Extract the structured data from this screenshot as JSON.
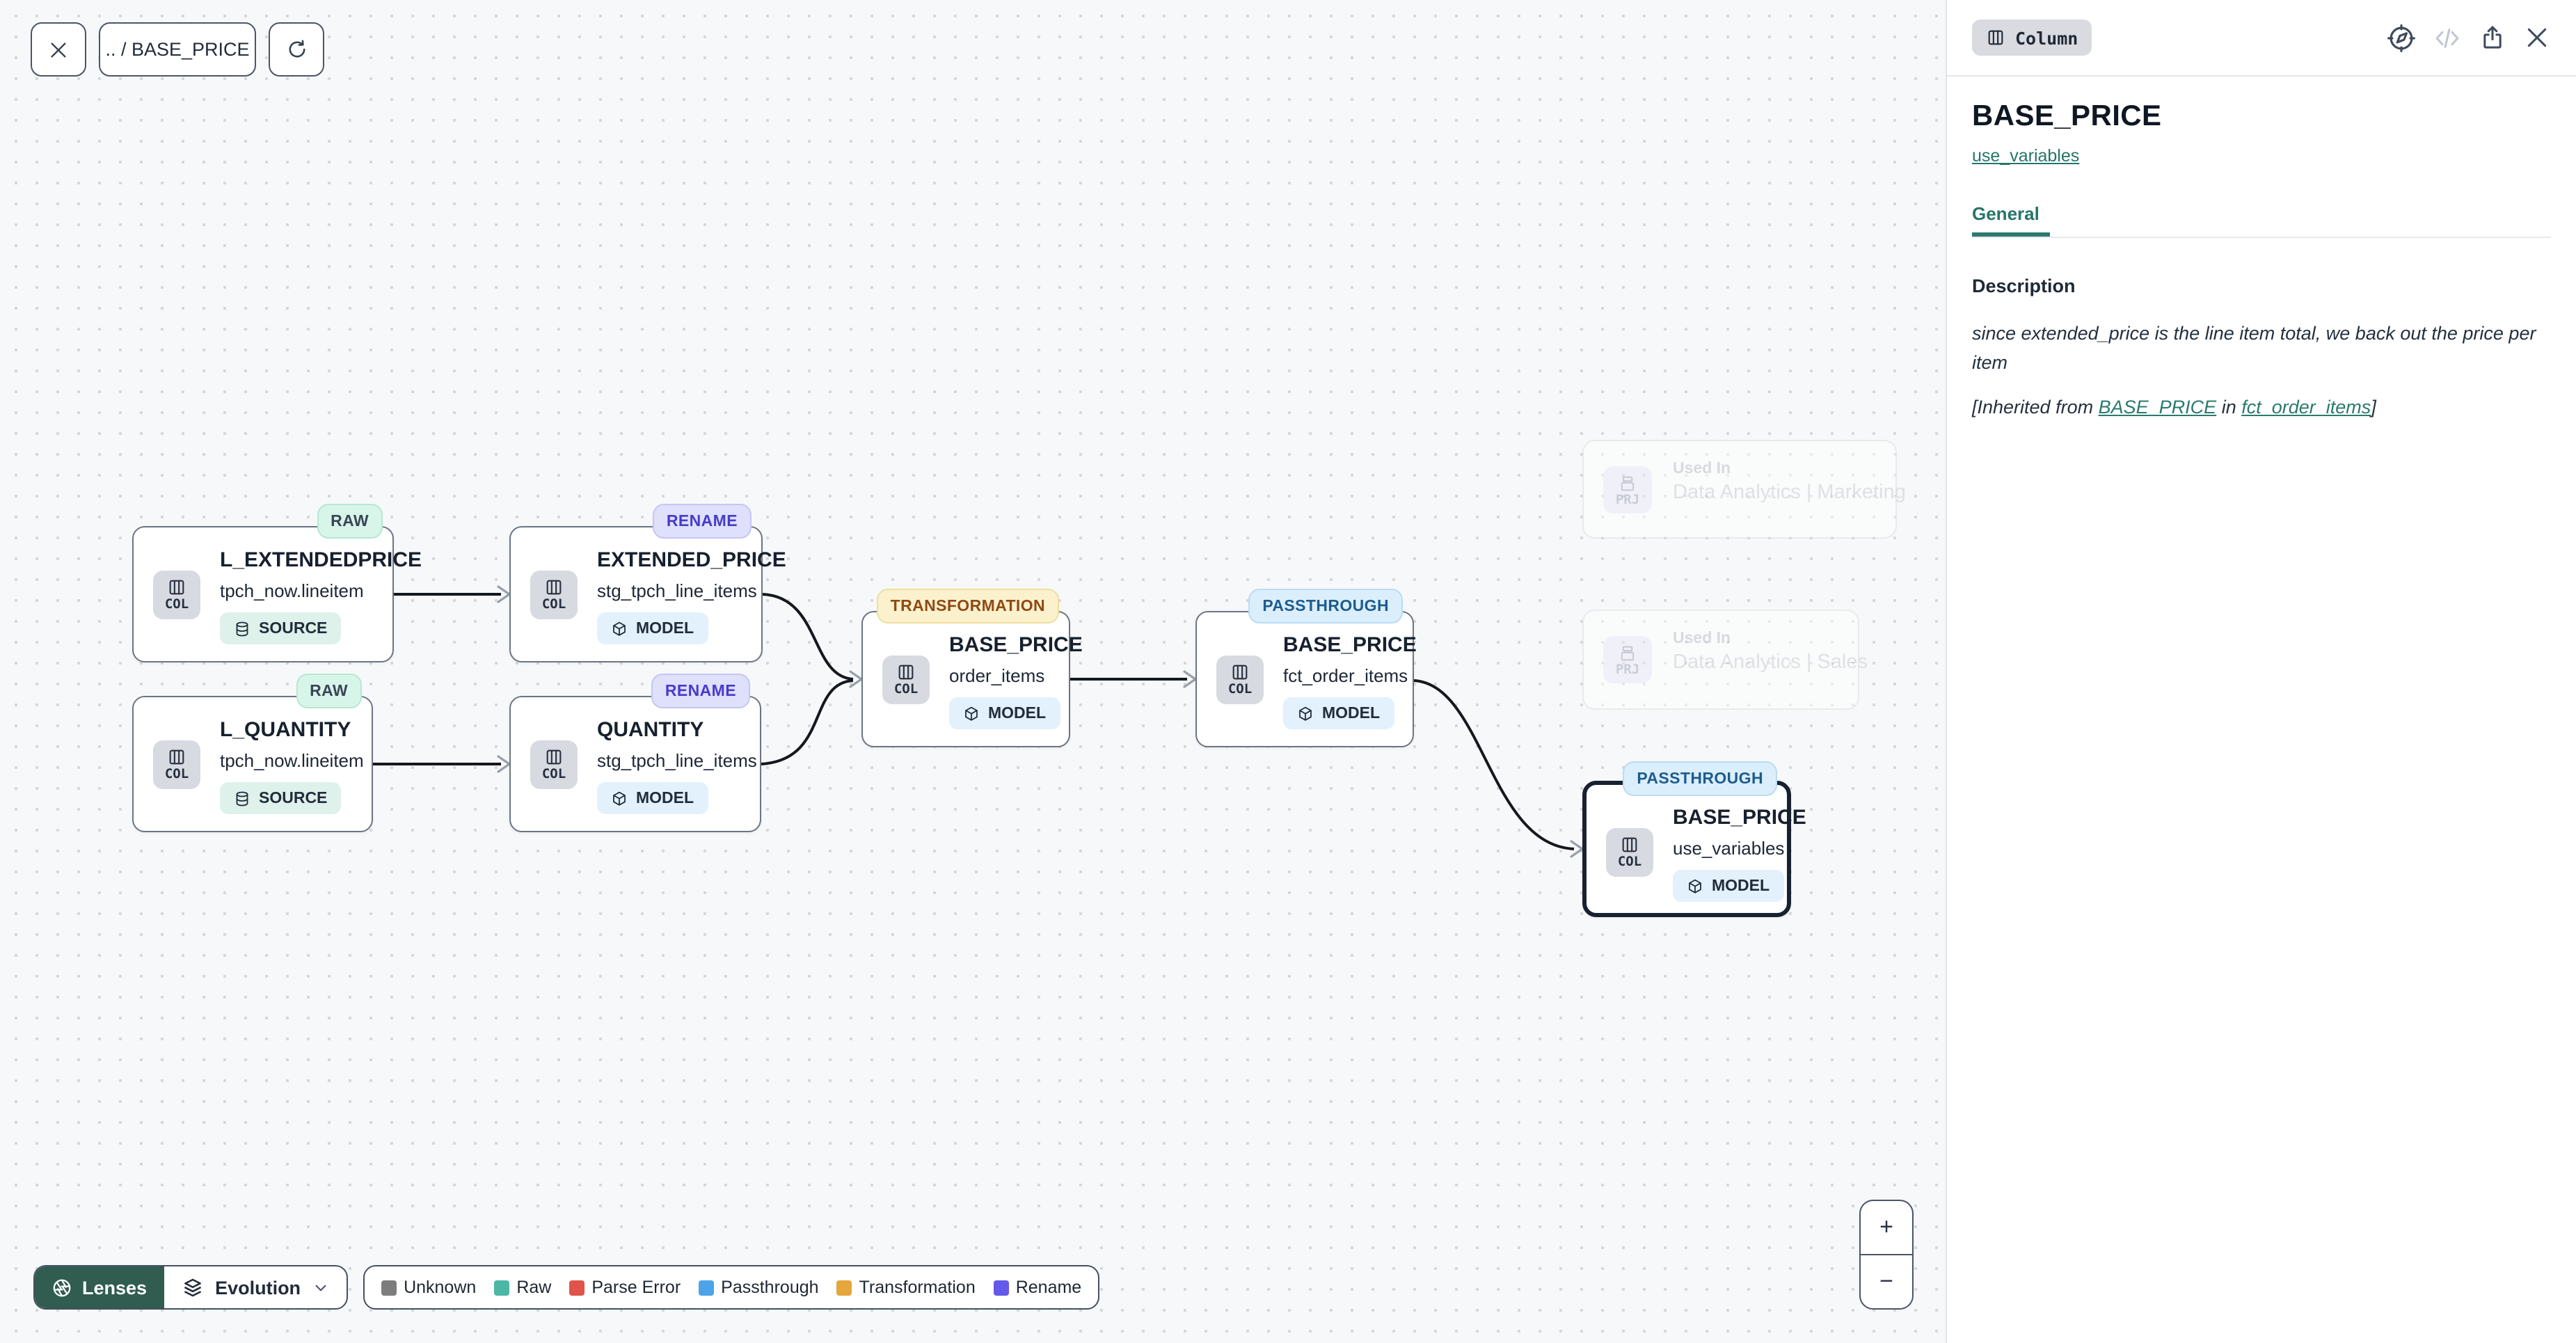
{
  "toolbar": {
    "breadcrumb": ".. / BASE_PRICE"
  },
  "graph": {
    "nodes": [
      {
        "badge": "RAW",
        "kind": "COL",
        "title": "L_EXTENDEDPRICE",
        "subtitle": "tpch_now.lineitem",
        "chip": "SOURCE"
      },
      {
        "badge": "RENAME",
        "kind": "COL",
        "title": "EXTENDED_PRICE",
        "subtitle": "stg_tpch_line_items",
        "chip": "MODEL"
      },
      {
        "badge": "RAW",
        "kind": "COL",
        "title": "L_QUANTITY",
        "subtitle": "tpch_now.lineitem",
        "chip": "SOURCE"
      },
      {
        "badge": "RENAME",
        "kind": "COL",
        "title": "QUANTITY",
        "subtitle": "stg_tpch_line_items",
        "chip": "MODEL"
      },
      {
        "badge": "TRANSFORMATION",
        "kind": "COL",
        "title": "BASE_PRICE",
        "subtitle": "order_items",
        "chip": "MODEL"
      },
      {
        "badge": "PASSTHROUGH",
        "kind": "COL",
        "title": "BASE_PRICE",
        "subtitle": "fct_order_items",
        "chip": "MODEL"
      },
      {
        "badge": "PASSTHROUGH",
        "kind": "COL",
        "title": "BASE_PRICE",
        "subtitle": "use_variables",
        "chip": "MODEL",
        "selected": true
      }
    ],
    "used_in": [
      {
        "kind": "PRJ",
        "label": "Used In",
        "name": "Data Analytics | Marketing"
      },
      {
        "kind": "PRJ",
        "label": "Used In",
        "name": "Data Analytics | Sales"
      }
    ],
    "zoom_in": "+",
    "zoom_out": "−"
  },
  "lenses": {
    "button": "Lenses",
    "selected_lens": "Evolution"
  },
  "legend": {
    "items": [
      {
        "label": "Unknown",
        "color": "#7d7d7d"
      },
      {
        "label": "Raw",
        "color": "#4cb8a4"
      },
      {
        "label": "Parse Error",
        "color": "#e0544a"
      },
      {
        "label": "Passthrough",
        "color": "#4da3e8"
      },
      {
        "label": "Transformation",
        "color": "#e5a63c"
      },
      {
        "label": "Rename",
        "color": "#6459e8"
      }
    ]
  },
  "panel": {
    "type_badge": "Column",
    "title": "BASE_PRICE",
    "model_link": "use_variables",
    "tabs": [
      {
        "label": "General"
      }
    ],
    "description_heading": "Description",
    "description_body": "since extended_price is the line item total, we back out the price per item",
    "inherited": {
      "prefix": "[Inherited from ",
      "link_column": "BASE_PRICE",
      "middle": " in ",
      "link_model": "fct_order_items",
      "suffix": "]"
    }
  }
}
